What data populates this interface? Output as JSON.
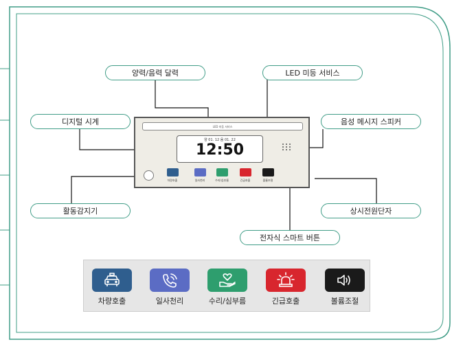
{
  "callouts": {
    "lunar_calendar": "양력/음력 달력",
    "led_service": "LED 미등 서비스",
    "digital_clock": "디지털 시계",
    "voice_speaker": "음성 메시지 스피커",
    "motion_sensor": "활동감지기",
    "power_terminal": "상시전원단자",
    "smart_button": "전자식 스마트 버튼"
  },
  "device": {
    "led_text": "LED 미등 서비스",
    "date_text": "양 01. 12    음 01. 22",
    "time": "12:50"
  },
  "buttons": [
    {
      "label": "차량호출",
      "color": "#2f5e8e",
      "icon": "taxi-icon"
    },
    {
      "label": "일사천리",
      "color": "#5b6cc4",
      "icon": "phone-icon"
    },
    {
      "label": "수리/심부름",
      "color": "#2e9e6e",
      "icon": "heart-hand-icon"
    },
    {
      "label": "긴급호출",
      "color": "#d8262e",
      "icon": "siren-icon"
    },
    {
      "label": "볼륨조절",
      "color": "#1a1a1a",
      "icon": "speaker-icon"
    }
  ]
}
